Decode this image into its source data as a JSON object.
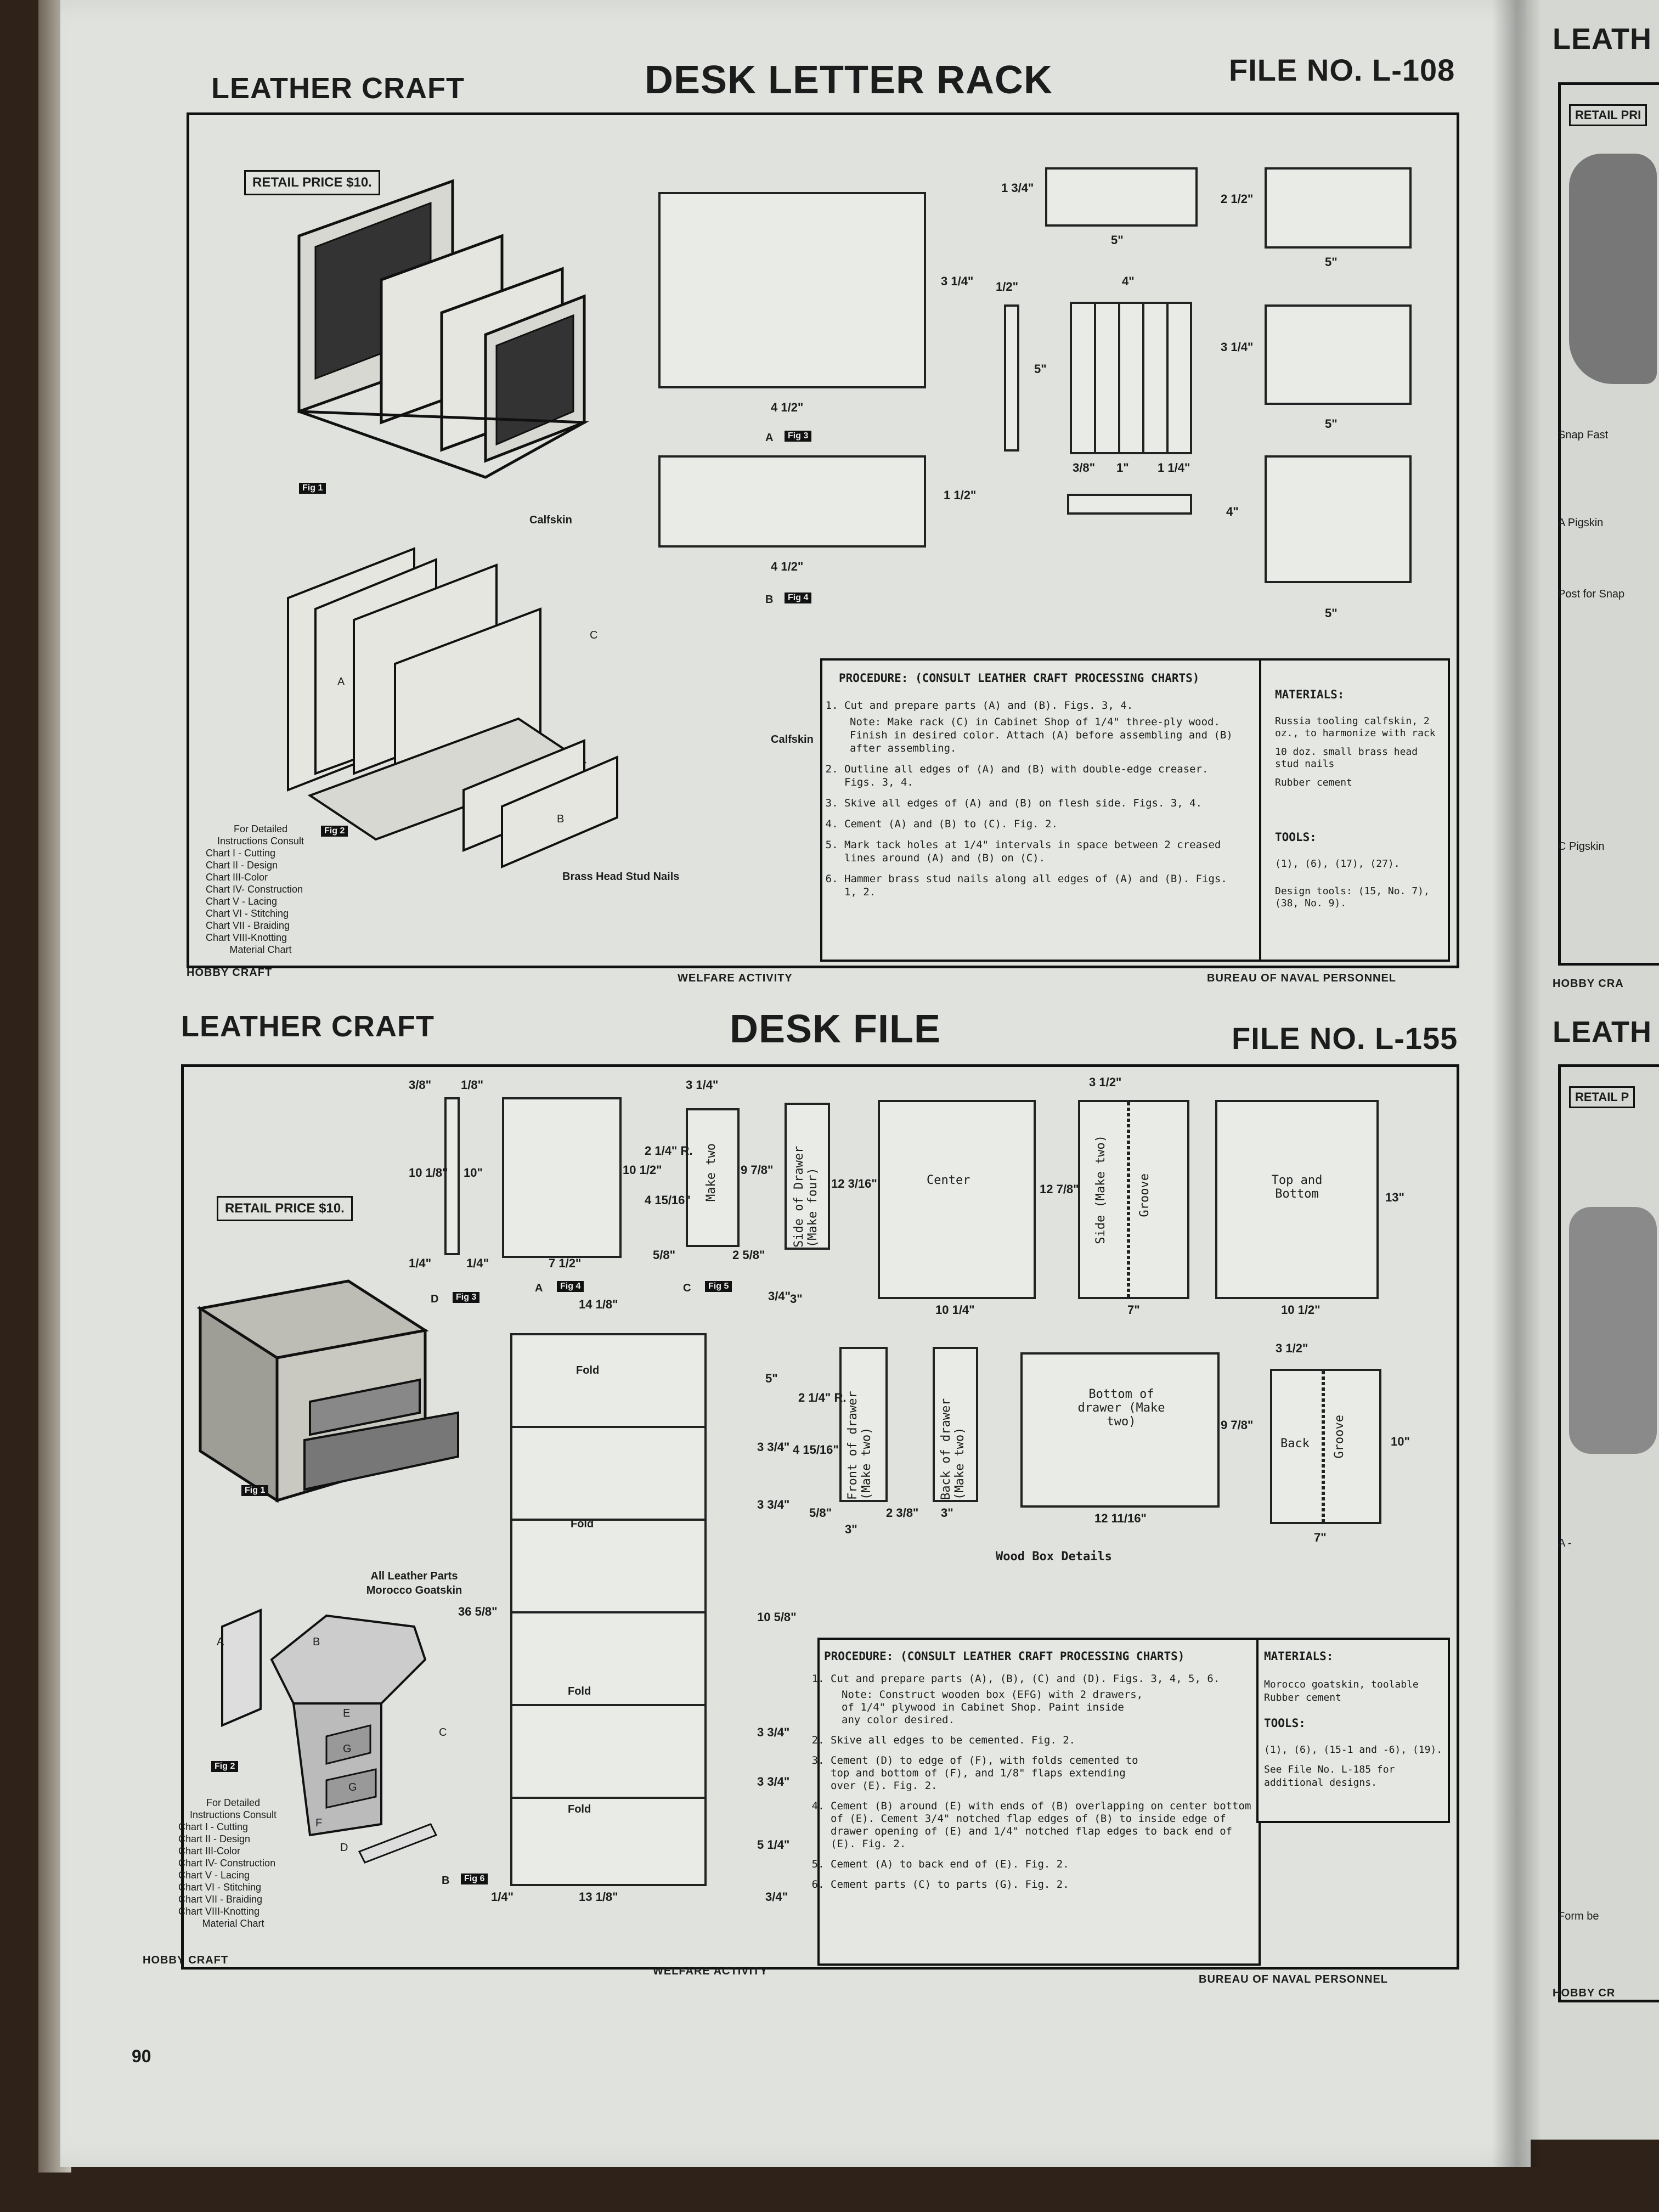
{
  "sheet1": {
    "section": "LEATHER CRAFT",
    "title": "DESK LETTER RACK",
    "file_no": "FILE NO. L-108",
    "retail_price": "RETAIL PRICE $10.",
    "fig_labels": [
      "Fig 1",
      "Fig 2",
      "Fig 3",
      "Fig 4"
    ],
    "callouts": {
      "calfskin_top": "Calfskin",
      "calfskin_side": "Calfskin",
      "brass_nails": "Brass Head Stud Nails",
      "part_a": "A",
      "part_b": "B",
      "part_c": "C"
    },
    "dims": {
      "d1": "3 1/4\"",
      "d2": "4 1/2\"",
      "d3": "1 1/2\"",
      "d4": "4 1/2\"",
      "d5": "1 3/4\"",
      "d6": "5\"",
      "d7": "2 1/2\"",
      "d8": "5\"",
      "d9": "1/2\"",
      "d10": "4\"",
      "d11": "5\"",
      "d12": "3/8\"",
      "d13": "1\"",
      "d14": "1 1/4\"",
      "d15": "3 1/4\"",
      "d16": "5\"",
      "d17": "4\"",
      "d18": "5\"",
      "cap_a": "A",
      "cap_b": "B"
    },
    "consult": [
      "For Detailed",
      "Instructions Consult",
      "Chart I - Cutting",
      "Chart II - Design",
      "Chart III-Color",
      "Chart IV- Construction",
      "Chart V - Lacing",
      "Chart VI - Stitching",
      "Chart VII - Braiding",
      "Chart VIII-Knotting",
      "Material Chart"
    ],
    "procedure_title": "PROCEDURE: (CONSULT LEATHER CRAFT PROCESSING CHARTS)",
    "procedure": [
      "Cut and prepare parts (A) and (B). Figs. 3, 4.",
      "Outline all edges of (A) and (B) with double-edge creaser. Figs. 3, 4.",
      "Skive all edges of (A) and (B) on flesh side. Figs. 3, 4.",
      "Cement (A) and (B) to (C). Fig. 2.",
      "Mark tack holes at 1/4\" intervals in space between 2 creased lines around (A) and (B) on (C).",
      "Hammer brass stud nails along all edges of (A) and (B). Figs. 1, 2."
    ],
    "procedure_note": "Note: Make rack (C) in Cabinet Shop of 1/4\" three-ply wood. Finish in desired color. Attach (A) before assembling and (B) after assembling.",
    "materials_title": "MATERIALS:",
    "materials": [
      "Russia tooling calfskin, 2 oz., to harmonize with rack",
      "10 doz. small brass head stud nails",
      "Rubber cement"
    ],
    "tools_title": "TOOLS:",
    "tools": "(1), (6), (17), (27).",
    "design_tools": "Design tools: (15, No. 7), (38, No. 9).",
    "footer_left": "HOBBY CRAFT",
    "footer_center": "WELFARE ACTIVITY",
    "footer_right": "BUREAU OF NAVAL PERSONNEL"
  },
  "sheet2": {
    "section": "LEATHER CRAFT",
    "title": "DESK FILE",
    "file_no": "FILE NO. L-155",
    "retail_price": "RETAIL PRICE $10.",
    "fig_labels": [
      "Fig 1",
      "Fig 2",
      "Fig 3",
      "Fig 4",
      "Fig 5",
      "Fig 6"
    ],
    "parts_note": [
      "All Leather Parts",
      "Morocco Goatskin"
    ],
    "part_letters": {
      "a": "A",
      "b": "B",
      "c": "C",
      "d": "D",
      "e": "E",
      "f": "F",
      "g": "G",
      "g2": "G",
      "cap_a": "A",
      "cap_b": "B",
      "cap_c": "C",
      "cap_d": "D"
    },
    "box_labels": {
      "side_drawer": "Side of Drawer (Make four)",
      "make_two": "Make two",
      "center": "Center",
      "side": "Side (Make two)",
      "groove": "Groove",
      "top_bottom": "Top and Bottom",
      "front_drawer": "Front of drawer (Make two)",
      "back_drawer": "Back of drawer (Make two)",
      "bottom_drawer": "Bottom of drawer (Make two)",
      "back": "Back",
      "groove2": "Groove",
      "wood_box": "Wood Box Details",
      "fold": "Fold"
    },
    "dims": {
      "a1": "3/8\"",
      "a2": "1/8\"",
      "a3": "10 1/8\"",
      "a4": "10\"",
      "a5": "1/4\"",
      "a6": "1/4\"",
      "a7": "10 1/2\"",
      "a8": "7 1/2\"",
      "a9": "3 1/4\"",
      "a10": "2 1/4\" R.",
      "a11": "4 15/16\"",
      "a12": "9 7/8\"",
      "a13": "5/8\"",
      "a14": "2 5/8\"",
      "a15": "12 3/16\"",
      "a16": "12 7/8\"",
      "a17": "10 1/4\"",
      "a18": "3 1/2\"",
      "a19": "7\"",
      "a20": "13\"",
      "a21": "10 1/2\"",
      "a22": "14 1/8\"",
      "a23": "3/4\"",
      "a24": "3\"",
      "a25": "5\"",
      "a26": "3 3/4\"",
      "a27": "3 3/4\"",
      "a28": "10 5/8\"",
      "a29": "3 3/4\"",
      "a30": "3 3/4\"",
      "a31": "5 1/4\"",
      "a32": "36 5/8\"",
      "a33": "13 1/8\"",
      "a34": "3/4\"",
      "a35": "1/4\"",
      "a36": "2 1/4\" R.",
      "a37": "4 15/16\"",
      "a38": "5/8\"",
      "a39": "2 3/8\"",
      "a40": "3\"",
      "a41": "3\"",
      "a42": "12 11/16\"",
      "a43": "9 7/8\"",
      "a44": "3 1/2\"",
      "a45": "10\"",
      "a46": "7\""
    },
    "consult": [
      "For Detailed",
      "Instructions Consult",
      "Chart I - Cutting",
      "Chart II - Design",
      "Chart III-Color",
      "Chart IV- Construction",
      "Chart V - Lacing",
      "Chart VI - Stitching",
      "Chart VII - Braiding",
      "Chart VIII-Knotting",
      "Material Chart"
    ],
    "procedure_title": "PROCEDURE: (CONSULT LEATHER CRAFT PROCESSING CHARTS)",
    "procedure": [
      "Cut and prepare parts (A), (B), (C) and (D). Figs. 3, 4, 5, 6.",
      "Skive all edges to be cemented. Fig. 2.",
      "Cement (D) to edge of (F), with folds cemented to top and bottom of (F), and 1/8\" flaps extending over (E). Fig. 2.",
      "Cement (B) around (E) with ends of (B) overlapping on center bottom of (E). Cement 3/4\" notched flap edges of (B) to inside edge of drawer opening of (E) and 1/4\" notched flap edges to back end of (E). Fig. 2.",
      "Cement (A) to back end of (E). Fig. 2.",
      "Cement parts (C) to parts (G). Fig. 2."
    ],
    "procedure_note": "Note: Construct wooden box (EFG) with 2 drawers, of 1/4\" plywood in Cabinet Shop. Paint inside any color desired.",
    "materials_title": "MATERIALS:",
    "materials": [
      "Morocco goatskin, toolable",
      "Rubber cement"
    ],
    "tools_title": "TOOLS:",
    "tools": "(1), (6), (15-1 and -6), (19).",
    "see_file": "See File No. L-185 for additional designs.",
    "footer_left": "HOBBY CRAFT",
    "footer_center": "WELFARE ACTIVITY",
    "footer_right": "BUREAU OF NAVAL PERSONNEL"
  },
  "page_number": "90",
  "right_page": {
    "head1": "LEATH",
    "head2": "LEATH",
    "retail": "RETAIL PRI",
    "retail2": "RETAIL P",
    "snap": "Snap Fast",
    "pigskin_a": "A Pigskin",
    "post": "Post for Snap",
    "pigskin_c": "C Pigskin",
    "footer1": "HOBBY CRA",
    "footer2": "HOBBY CR",
    "form": "Form be",
    "a_label": "A -"
  }
}
